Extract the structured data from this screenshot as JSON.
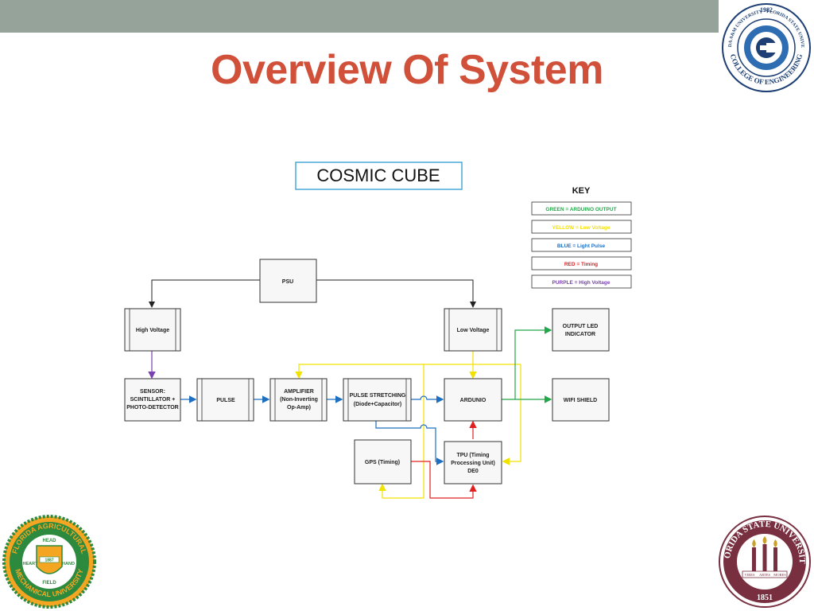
{
  "slide": {
    "title": "Overview Of System",
    "title_color": "#d1503a",
    "top_bar_color": "#96a39b"
  },
  "logos": {
    "college": {
      "year": "1982",
      "ring_text_top": "FLORIDA A&M UNIVERSITY · FLORIDA STATE UNIVERSITY",
      "ring_text_bottom": "COLLEGE OF ENGINEERING"
    },
    "famu": {
      "ring_top": "FLORIDA AGRICULTURAL",
      "ring_bottom": "MECHANICAL UNIVERSITY",
      "head": "HEAD",
      "heart": "HEART",
      "hand": "HAND",
      "field": "FIELD",
      "year": "1887"
    },
    "fsu": {
      "ring_text": "FLORIDA STATE UNIVERSITY",
      "year": "1851",
      "banner_1": "VIRES",
      "banner_2": "ARTES",
      "banner_3": "MORES"
    }
  },
  "diagram": {
    "title": "COSMIC CUBE",
    "key": {
      "heading": "KEY",
      "items": [
        {
          "label": "GREEN = ARDUINO OUTPUT",
          "color": "#22a84a"
        },
        {
          "label": "YELLOW = Low Voltage",
          "color": "#f2e200"
        },
        {
          "label": "BLUE = Light Pulse",
          "color": "#1f6fc0"
        },
        {
          "label": "RED = Timing",
          "color": "#e02020"
        },
        {
          "label": "PURPLE = High Voltage",
          "color": "#7a3fb0"
        }
      ]
    },
    "blocks": {
      "psu": "PSU",
      "high_voltage": "High Voltage",
      "low_voltage": "Low Voltage",
      "output_led": [
        "OUTPUT LED",
        "INDICATOR"
      ],
      "sensor": [
        "SENSOR:",
        "SCINTILLATOR +",
        "PHOTO-DETECTOR"
      ],
      "pulse": "PULSE",
      "amplifier": [
        "AMPLIFIER",
        "(Non-Inverting",
        "Op-Amp)"
      ],
      "pulse_stretching": [
        "PULSE STRETCHING",
        "(Diode+Capacitor)"
      ],
      "arduino": "ARDUNIO",
      "wifi": "WIFI SHIELD",
      "gps": "GPS (Timing)",
      "tpu": [
        "TPU (Timing",
        "Processing Unit)",
        "DE0"
      ]
    },
    "colors": {
      "black": "#222222",
      "purple": "#7a3fb0",
      "blue": "#1f6fc0",
      "green": "#22a84a",
      "yellow": "#f2e200",
      "red": "#e02020"
    }
  }
}
